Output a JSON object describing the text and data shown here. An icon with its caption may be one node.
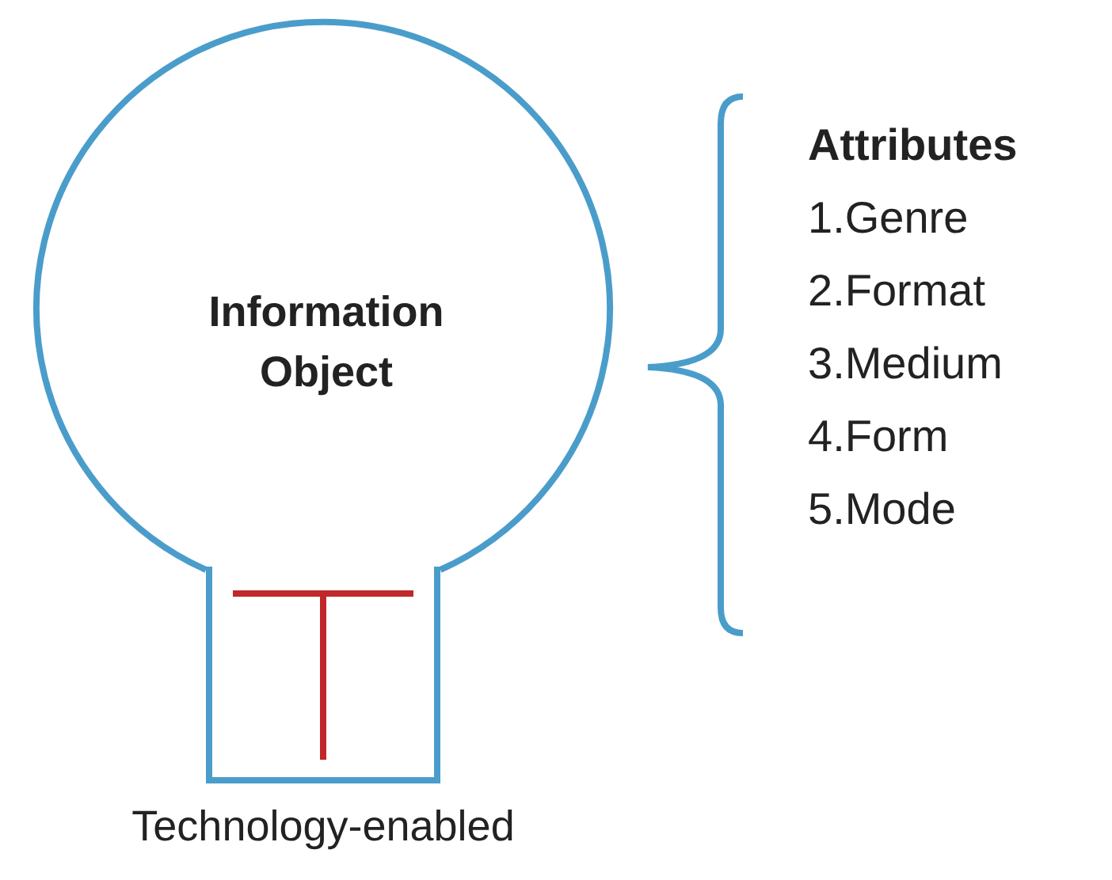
{
  "diagram": {
    "nodes": [
      {
        "text": [
          "Information Object"
        ]
      },
      {
        "text": [],
        "shape": "box",
        "beside": [
          "Technology-enabled"
        ]
      }
    ],
    "labels": [
      "Attributes",
      "1.Genre",
      "2.Format",
      "3.Medium",
      "4.Form",
      "5.Mode"
    ]
  }
}
